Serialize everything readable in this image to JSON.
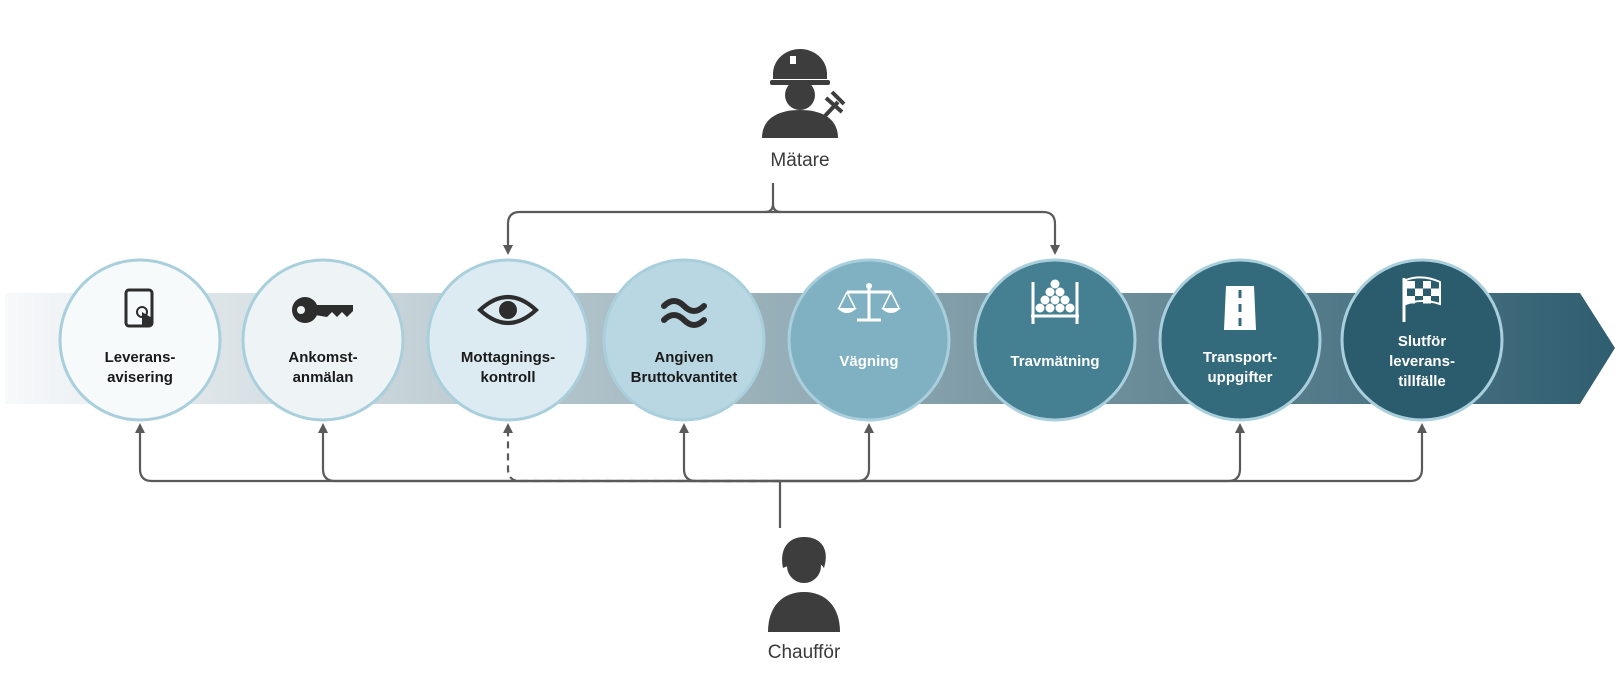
{
  "roles": {
    "top": {
      "label": "Mätare",
      "icon": "construction-worker-with-caliper-icon"
    },
    "bottom": {
      "label": "Chaufför",
      "icon": "driver-person-icon"
    }
  },
  "steps": [
    {
      "id": "leveransavisering",
      "lines": [
        "Leverans-",
        "avisering"
      ],
      "icon": "tablet-touch-icon",
      "fill": "#f7fafb",
      "text_color": "#1a1a1a",
      "driver_link": "solid"
    },
    {
      "id": "ankomstanmalan",
      "lines": [
        "Ankomst-",
        "anmälan"
      ],
      "icon": "key-icon",
      "fill": "#eef4f6",
      "text_color": "#1a1a1a",
      "driver_link": "solid"
    },
    {
      "id": "mottagningskontroll",
      "lines": [
        "Mottagnings-",
        "kontroll"
      ],
      "icon": "eye-icon",
      "fill": "#dcebf2",
      "text_color": "#1a1a1a",
      "driver_link": "dashed",
      "measurer_link": true
    },
    {
      "id": "angiven-bruttokvantitet",
      "lines": [
        "Angiven",
        "Bruttokvantitet"
      ],
      "icon": "approximately-equal-icon",
      "fill": "#b9d7e2",
      "text_color": "#1a1a1a",
      "driver_link": "solid"
    },
    {
      "id": "vagning",
      "lines": [
        "Vägning"
      ],
      "icon": "balance-scale-icon",
      "fill": "#7fb1c2",
      "text_color": "#ffffff",
      "driver_link": "solid"
    },
    {
      "id": "travmatning",
      "lines": [
        "Travmätning"
      ],
      "icon": "log-pile-icon",
      "fill": "#457f92",
      "text_color": "#ffffff",
      "measurer_link": true
    },
    {
      "id": "transportuppgifter",
      "lines": [
        "Transport-",
        "uppgifter"
      ],
      "icon": "road-icon",
      "fill": "#336a7c",
      "text_color": "#ffffff",
      "driver_link": "solid"
    },
    {
      "id": "slutfor-leveranstillfalle",
      "lines": [
        "Slutför",
        "leverans-",
        "tillfälle"
      ],
      "icon": "checkered-flag-icon",
      "fill": "#2b5c6d",
      "text_color": "#ffffff",
      "driver_link": "solid"
    }
  ],
  "colors": {
    "band_start": "#f7f9fa",
    "band_end": "#2f5e70",
    "connector": "#5a5a5a",
    "person": "#3d3d3d",
    "ring": "#a9cfdd"
  }
}
